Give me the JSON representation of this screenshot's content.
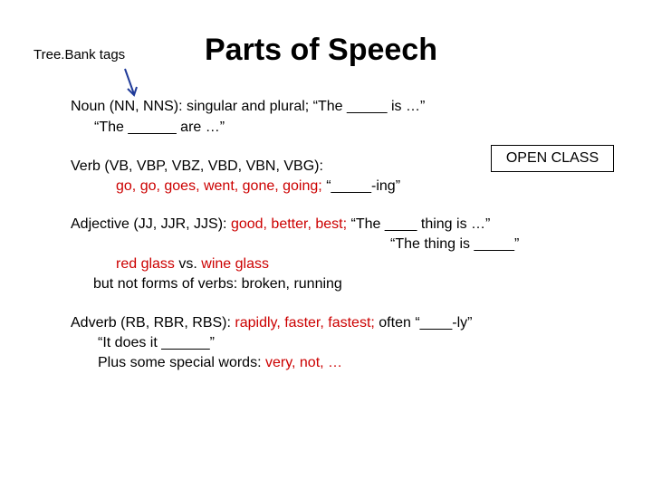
{
  "header": {
    "treebank_label": "Tree.Bank tags",
    "title": "Parts of Speech"
  },
  "noun": {
    "line1": "Noun (NN, NNS):  singular and plural; “The _____ is …”",
    "line2": "“The ______ are …”"
  },
  "open_class": {
    "label": "OPEN CLASS"
  },
  "verb": {
    "line1": "Verb (VB, VBP, VBZ, VBD, VBN, VBG):",
    "line2_red": "go, go, goes, went, gone, going;",
    "line2_rest": "“_____-ing”"
  },
  "adjective": {
    "tag": "Adjective (JJ, JJR, JJS):",
    "examples_red": "good, better, best;",
    "frame1": "“The ____ thing is …”",
    "frame2": "“The thing is _____”",
    "contrast_red1": "red glass",
    "contrast_vs": " vs. ",
    "contrast_red2": "wine glass",
    "note": "but not forms of verbs: broken, running"
  },
  "adverb": {
    "tag": "Adverb (RB, RBR, RBS):",
    "examples_red": "rapidly, faster, fastest;",
    "frame": "often “____-ly”",
    "line2": "“It does it ______”",
    "line3_prefix": "Plus some special words:",
    "line3_red": "very, not, …"
  },
  "colors": {
    "text": "#000000",
    "highlight": "#cc0000",
    "arrow": "#1f3a99"
  }
}
